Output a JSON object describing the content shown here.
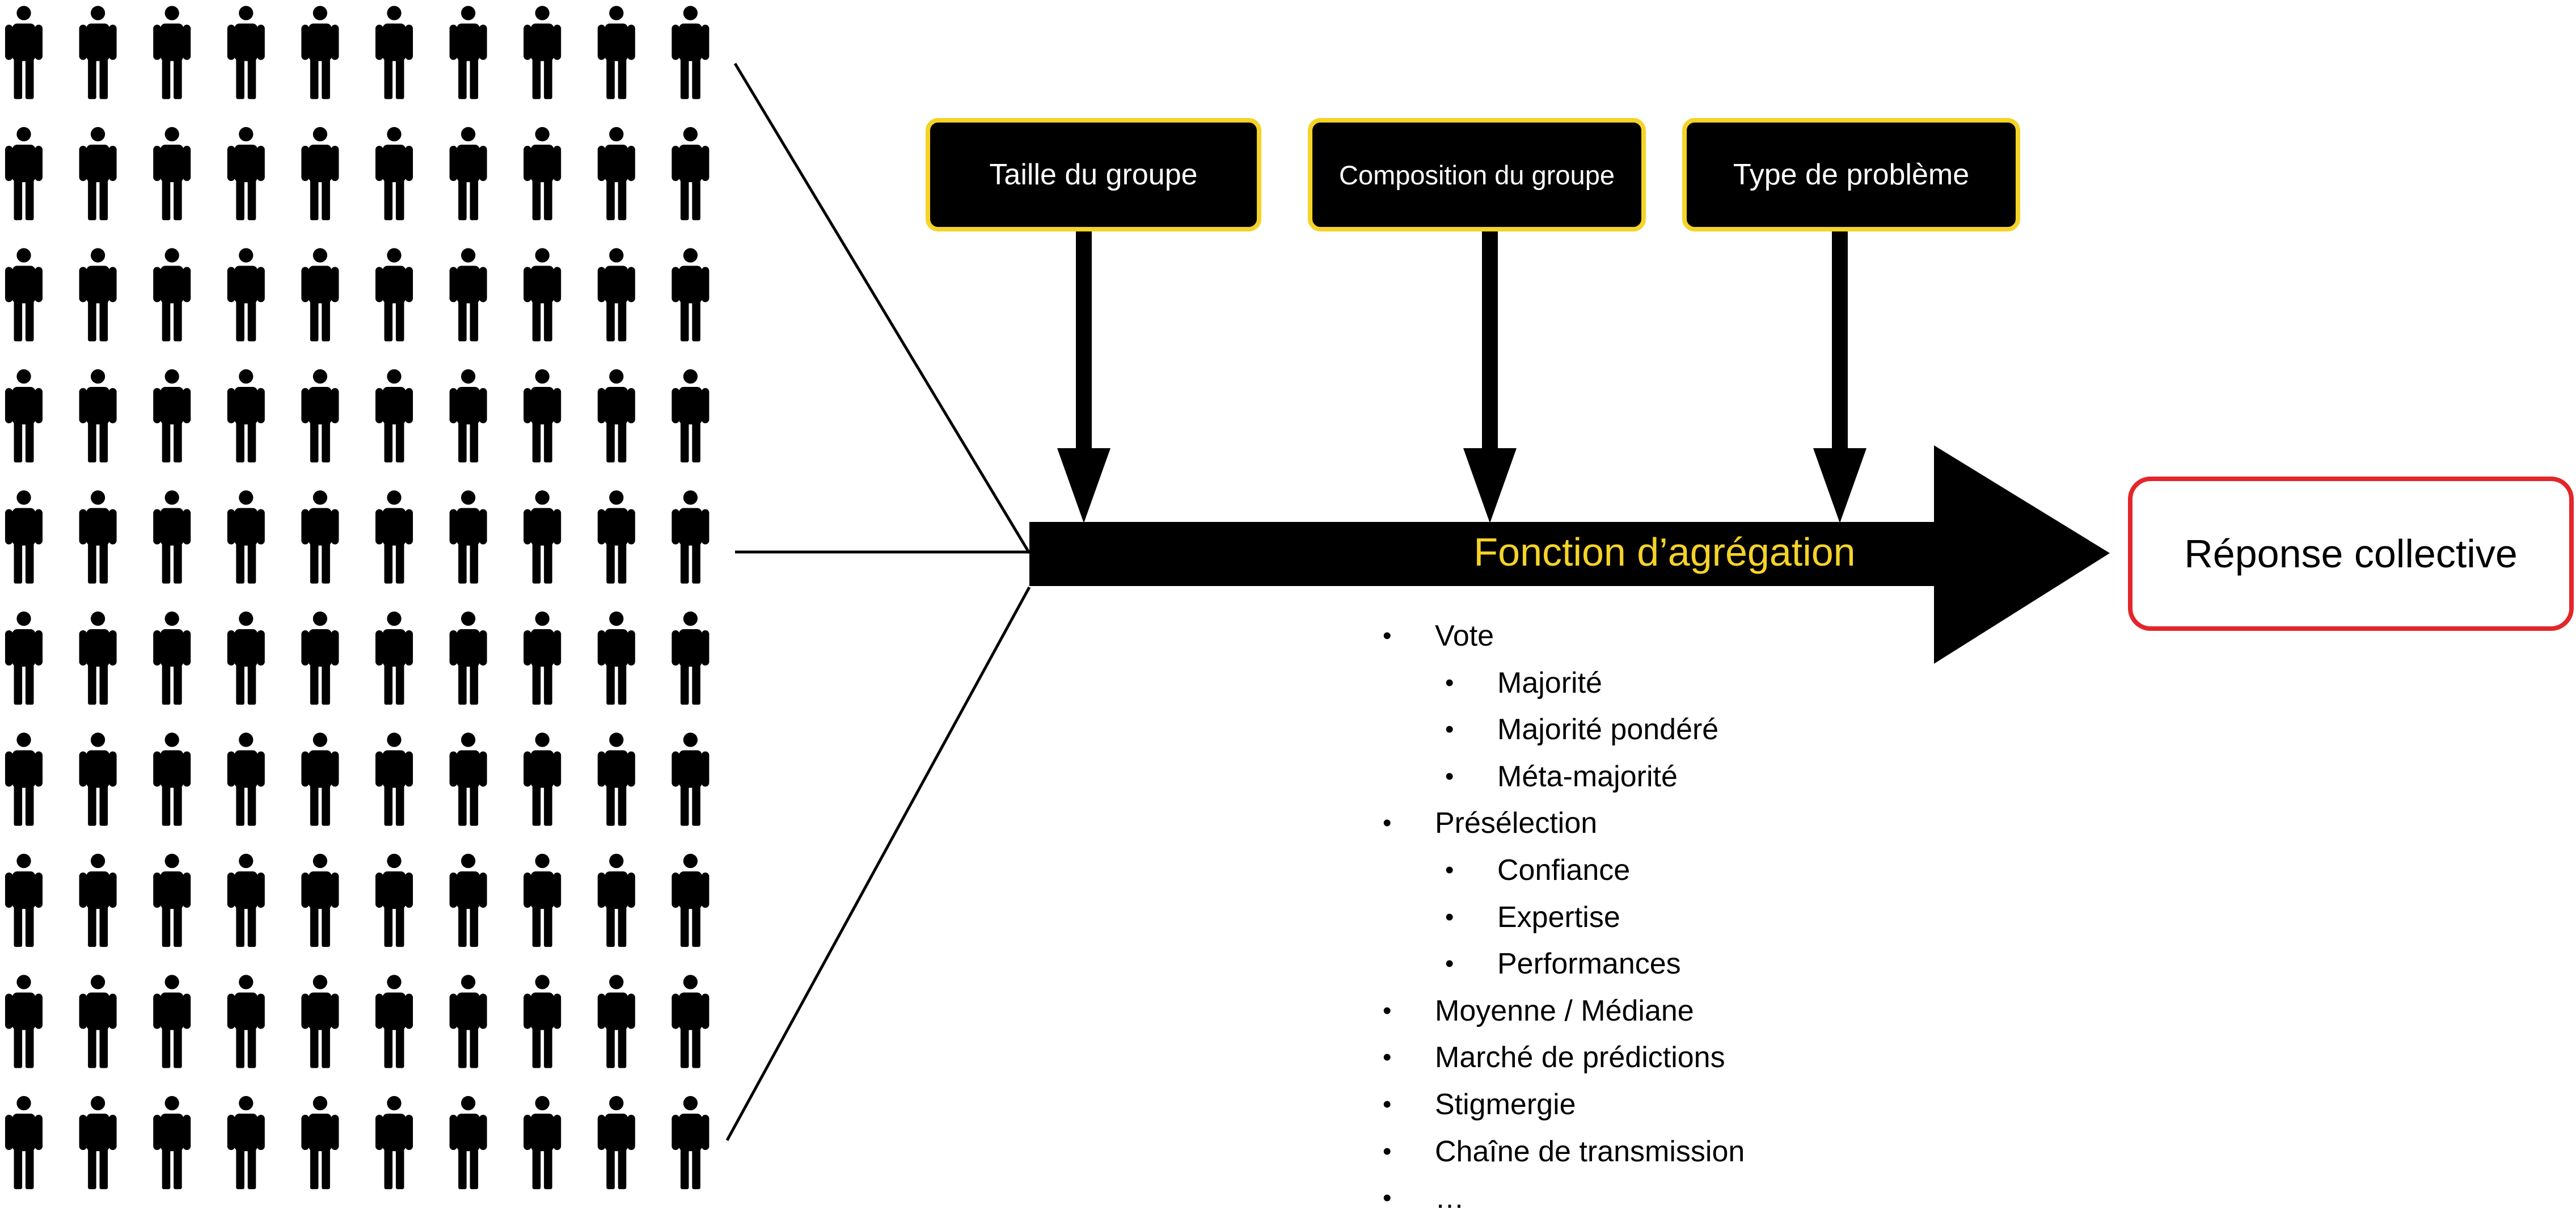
{
  "factors": [
    {
      "label": "Taille du groupe"
    },
    {
      "label": "Composition du groupe"
    },
    {
      "label": "Type de problème"
    }
  ],
  "aggregation": {
    "label": "Fonction d’agrégation"
  },
  "response": {
    "label": "Réponse collective"
  },
  "methods": [
    {
      "label": "Vote",
      "level": 0
    },
    {
      "label": "Majorité",
      "level": 1
    },
    {
      "label": "Majorité pondéré",
      "level": 1
    },
    {
      "label": "Méta-majorité",
      "level": 1
    },
    {
      "label": "Présélection",
      "level": 0
    },
    {
      "label": "Confiance",
      "level": 1
    },
    {
      "label": "Expertise",
      "level": 1
    },
    {
      "label": "Performances",
      "level": 1
    },
    {
      "label": "Moyenne / Médiane",
      "level": 0
    },
    {
      "label": "Marché de prédictions",
      "level": 0
    },
    {
      "label": "Stigmergie",
      "level": 0
    },
    {
      "label": "Chaîne de transmission",
      "level": 0
    },
    {
      "label": "…",
      "level": 0
    }
  ],
  "crowd": {
    "rows": 10,
    "columns": 10,
    "icon": "person-icon"
  },
  "colors": {
    "box_fill": "#000000",
    "box_border": "#f5d327",
    "aggregation_text": "#f5d327",
    "response_border": "#e3262a",
    "line": "#000000"
  }
}
